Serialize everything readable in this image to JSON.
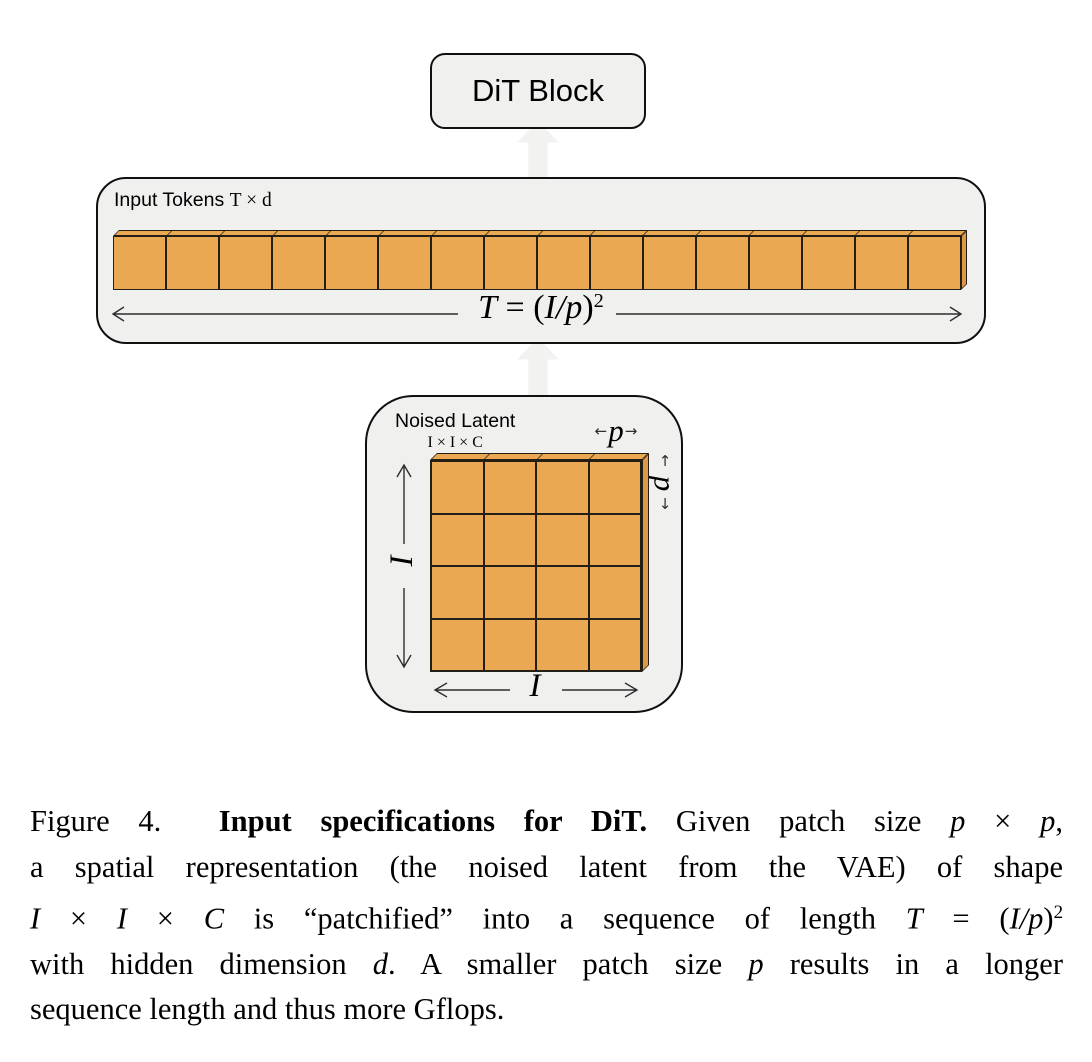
{
  "diagram": {
    "dit_block": {
      "label": "DiT Block"
    },
    "input_tokens": {
      "label": "Input Tokens",
      "shape_label": "T × d",
      "token_count": 16,
      "formula": {
        "lhs": "T",
        "rel": " = (",
        "frac": "I/p",
        "close": ")",
        "sup": "2"
      }
    },
    "noised_latent": {
      "label": "Noised Latent",
      "shape_label": "I × I × C",
      "grid_rows": 4,
      "grid_cols": 4,
      "dim_side": "I",
      "dim_bottom": "I",
      "dim_patch_w": "p",
      "dim_patch_h": "p",
      "arrows": {
        "left": "←",
        "right": "→",
        "up": "↑",
        "down": "↓"
      }
    },
    "colors": {
      "patch_fill": "#e9a851",
      "patch_edge": "#241f16",
      "patch_side": "#dd9a46",
      "panel_fill": "#f0f0ef",
      "panel_edge": "#101010",
      "block_arrow": "#f2f2f1",
      "dim_line": "#2e2e2e"
    }
  },
  "caption": {
    "lines": [
      {
        "segments": [
          {
            "text": "Figure 4.  ",
            "style": "regular"
          },
          {
            "text": "Input specifications for DiT.",
            "style": "bold"
          },
          {
            "text": " Given patch size ",
            "style": "regular"
          },
          {
            "text": "p",
            "style": "italic"
          },
          {
            "text": " × ",
            "style": "regular"
          },
          {
            "text": "p",
            "style": "italic"
          },
          {
            "text": ",",
            "style": "regular"
          }
        ]
      },
      {
        "segments": [
          {
            "text": "a spatial representation (the noised latent from the VAE) of shape",
            "style": "regular"
          }
        ]
      },
      {
        "segments": [
          {
            "text": "I",
            "style": "italic"
          },
          {
            "text": " × ",
            "style": "regular"
          },
          {
            "text": "I",
            "style": "italic"
          },
          {
            "text": " × ",
            "style": "regular"
          },
          {
            "text": "C",
            "style": "italic"
          },
          {
            "text": " is “patchified” into a sequence of length ",
            "style": "regular"
          },
          {
            "text": "T",
            "style": "italic"
          },
          {
            "text": " = (",
            "style": "regular"
          },
          {
            "text": "I/p",
            "style": "italic"
          },
          {
            "text": ")",
            "style": "regular"
          },
          {
            "text": "2",
            "style": "sup"
          }
        ]
      },
      {
        "segments": [
          {
            "text": "with hidden dimension ",
            "style": "regular"
          },
          {
            "text": "d",
            "style": "italic"
          },
          {
            "text": ". A smaller patch size ",
            "style": "regular"
          },
          {
            "text": "p",
            "style": "italic"
          },
          {
            "text": " results in a longer",
            "style": "regular"
          }
        ]
      },
      {
        "segments": [
          {
            "text": "sequence length and thus more Gflops.",
            "style": "regular"
          }
        ]
      }
    ]
  }
}
